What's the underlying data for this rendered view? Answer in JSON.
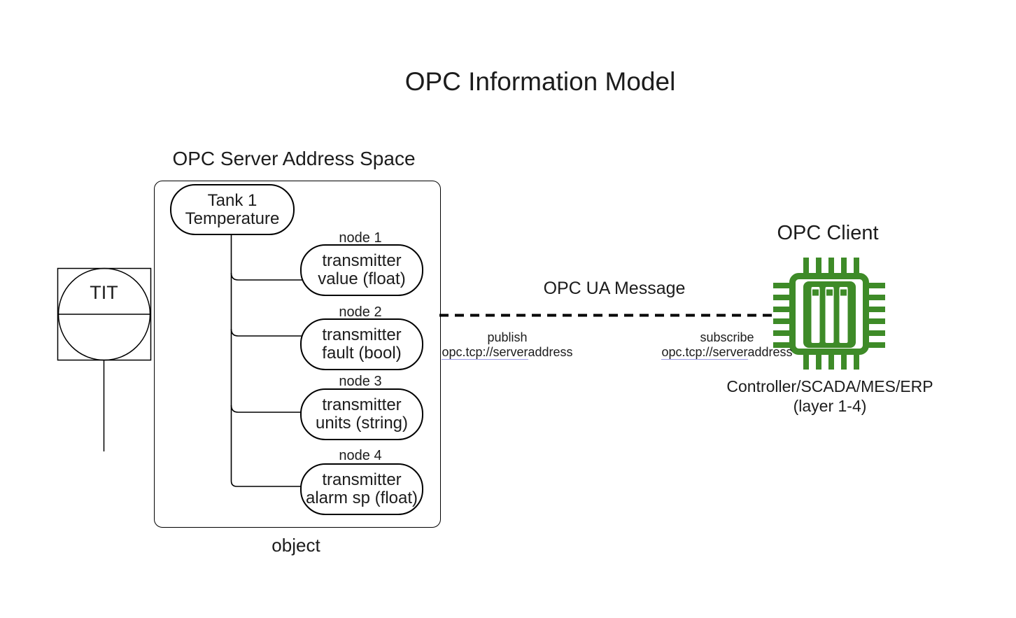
{
  "title": "OPC Information Model",
  "server": {
    "heading": "OPC Server Address Space",
    "object_caption": "object",
    "root_node": "Tank 1\nTemperature",
    "nodes": [
      {
        "label": "node 1",
        "text": "transmitter\nvalue (float)"
      },
      {
        "label": "node 2",
        "text": "transmitter\nfault (bool)"
      },
      {
        "label": "node 3",
        "text": "transmitter\nunits (string)"
      },
      {
        "label": "node 4",
        "text": "transmitter\nalarm sp (float)"
      }
    ]
  },
  "instrument": {
    "tag": "TIT"
  },
  "message": {
    "label": "OPC UA Message",
    "publish": {
      "action": "publish",
      "url_linked": "opc.tcp://server",
      "url_plain": "address"
    },
    "subscribe": {
      "action": "subscribe",
      "url_linked": "opc.tcp://server",
      "url_plain": "address"
    }
  },
  "client": {
    "heading": "OPC Client",
    "caption": "Controller/SCADA/MES/ERP\n(layer 1-4)"
  },
  "icons": {
    "chip": "chip-icon",
    "instrument": "transmitter-symbol"
  },
  "colors": {
    "chip_green": "#3e8b28",
    "link_underline": "#9a9ae8",
    "line": "#000000",
    "text": "#1c1c1c"
  }
}
